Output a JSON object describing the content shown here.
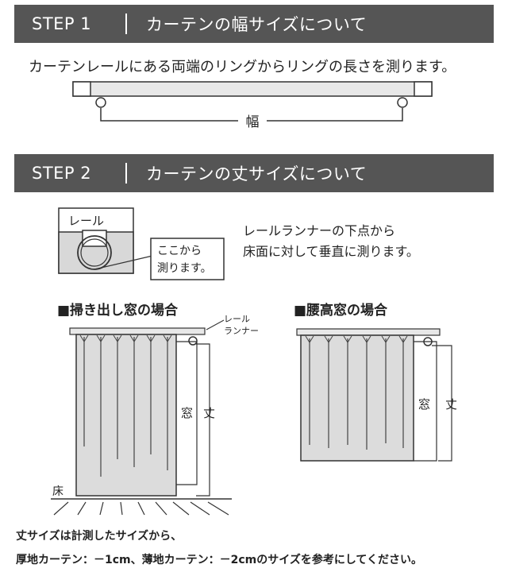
{
  "step1": {
    "label": "STEP 1",
    "title": "カーテンの幅サイズについて"
  },
  "step1_desc": "カーテンレールにある両端のリングからリングの長さを測ります。",
  "width_label": "幅",
  "step2": {
    "label": "STEP 2",
    "title": "カーテンの丈サイズについて"
  },
  "rail_box_label": "レール",
  "measure_from": [
    "ここから",
    "測ります。"
  ],
  "step2_desc": [
    "レールランナーの下点から",
    "床面に対して垂直に測ります。"
  ],
  "case_floor": {
    "title": "■掃き出し窓の場合",
    "runner_label": [
      "レール",
      "ランナー"
    ],
    "window_label": "窓",
    "length_label": "丈",
    "floor_label": "床"
  },
  "case_waist": {
    "title": "■腰高窓の場合",
    "window_label": "窓",
    "length_label": "丈"
  },
  "note": [
    "丈サイズは計測したサイズから、",
    "厚地カーテン：－1cm、薄地カーテン：－2cmのサイズを参考にしてください。"
  ],
  "colors": {
    "header_bg": "#555555",
    "curtain_fill": "#dcdcdc",
    "rail_fill": "#e8e8e8",
    "line": "#333333"
  }
}
